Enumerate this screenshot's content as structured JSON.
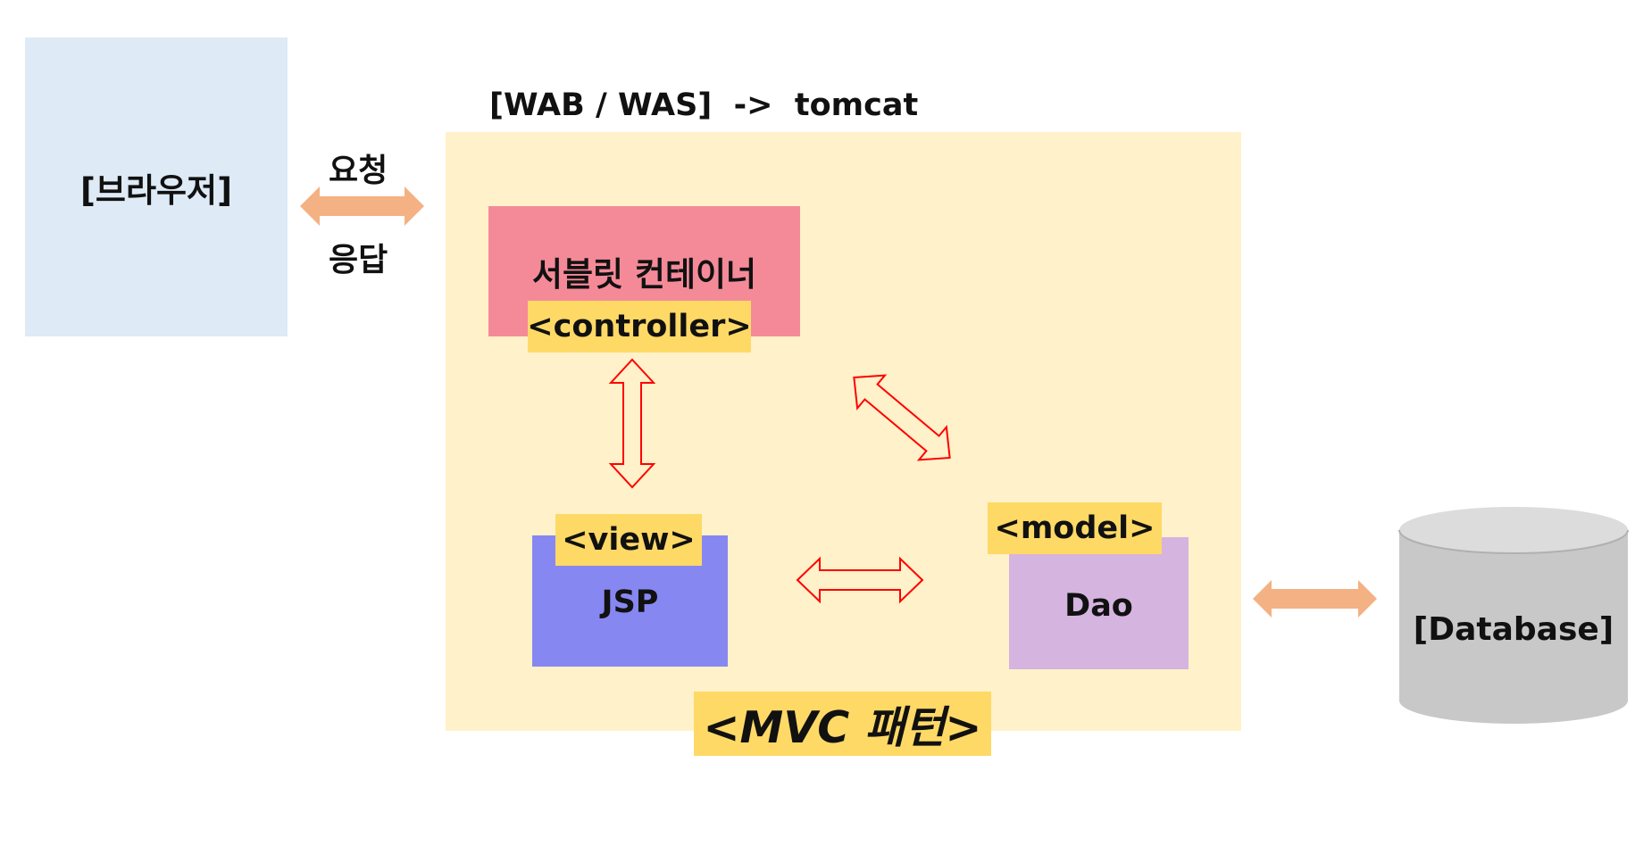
{
  "browser": {
    "label": "[브라우저]"
  },
  "channel": {
    "request": "요청",
    "response": "응답"
  },
  "server": {
    "title": "[WAB / WAS]  ->  tomcat"
  },
  "servlet": {
    "label": "서블릿 컨테이너",
    "tag": "<controller>"
  },
  "view": {
    "tag": "<view>",
    "label": "JSP"
  },
  "model": {
    "tag": "<model>",
    "label": "Dao"
  },
  "pattern": {
    "label": "<MVC 패턴>"
  },
  "database": {
    "label": "[Database]"
  },
  "colors": {
    "browser_fill": "#deeaf6",
    "server_fill": "#fff1c9",
    "controller_fill": "#f48a98",
    "view_fill": "#8787f2",
    "model_fill": "#d5b4e0",
    "tag_fill": "#ffd966",
    "orange_arrow": "#f4b183",
    "red_arrow": "#ff0000",
    "database_fill": "#c8c8c8"
  }
}
